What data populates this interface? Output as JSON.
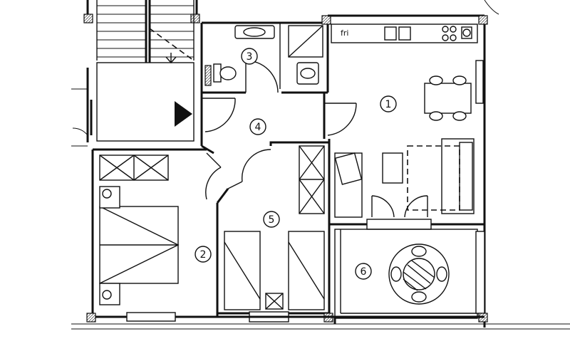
{
  "rooms": [
    {
      "number": "1"
    },
    {
      "number": "2"
    },
    {
      "number": "3"
    },
    {
      "number": "4"
    },
    {
      "number": "5"
    },
    {
      "number": "6"
    }
  ],
  "kitchen_label": "fri",
  "colors": {
    "line": "#111111",
    "background": "#ffffff"
  },
  "icons": [
    "stair-arrow-icon",
    "compass-icon"
  ]
}
